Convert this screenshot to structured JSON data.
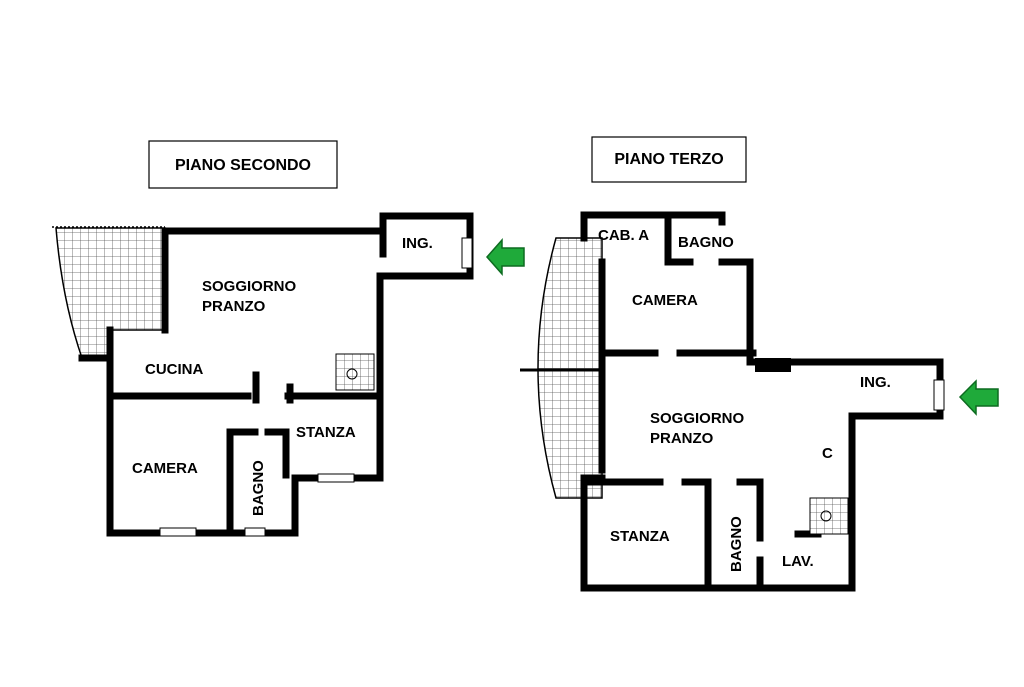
{
  "floor_two": {
    "title": "PIANO SECONDO",
    "rooms": {
      "living": [
        "SOGGIORNO",
        "PRANZO"
      ],
      "entrance": "ING.",
      "kitchen": "CUCINA",
      "bedroom": "CAMERA",
      "bathroom": "BAGNO",
      "room": "STANZA"
    }
  },
  "floor_three": {
    "title": "PIANO TERZO",
    "rooms": {
      "closet": "CAB. A",
      "bathroom_top": "BAGNO",
      "bedroom": "CAMERA",
      "living": [
        "SOGGIORNO",
        "PRANZO"
      ],
      "entrance": "ING.",
      "c_label": "C",
      "room": "STANZA",
      "bathroom_bottom": "BAGNO",
      "laundry": "LAV."
    }
  },
  "colors": {
    "walls": "#000000",
    "entrance_arrow": "#1faa3a",
    "background": "#ffffff"
  }
}
